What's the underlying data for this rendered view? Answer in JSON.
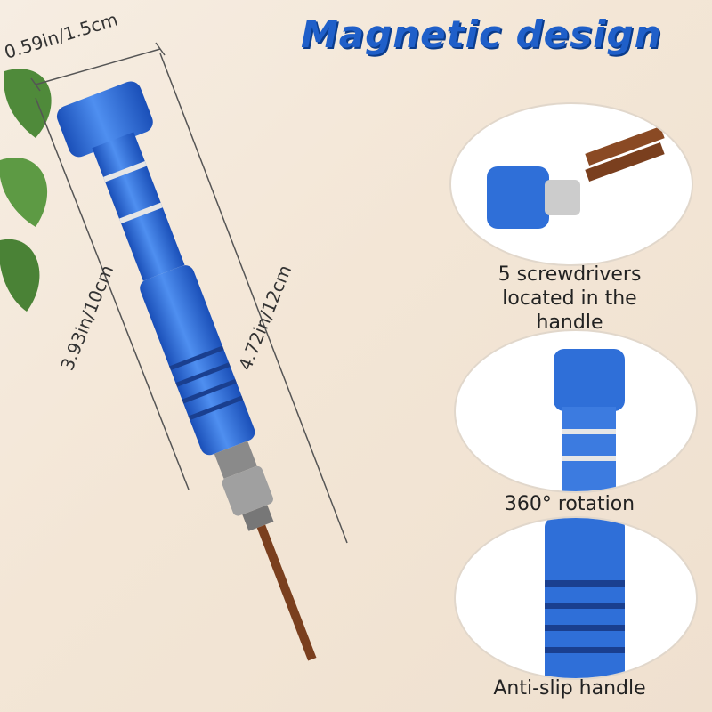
{
  "title": "Magnetic design",
  "dimensions": {
    "cap_width": "0.59in/1.5cm",
    "handle_length": "3.93in/10cm",
    "total_length": "4.72in/12cm"
  },
  "features": [
    {
      "caption_lines": [
        "5 screwdrivers",
        "located in the",
        "handle"
      ]
    },
    {
      "caption": "360° rotation"
    },
    {
      "caption": "Anti-slip handle"
    }
  ],
  "colors": {
    "title": "#1f5fc9",
    "handle_blue": "#2f6fd8",
    "background": "#f3e6d6"
  }
}
